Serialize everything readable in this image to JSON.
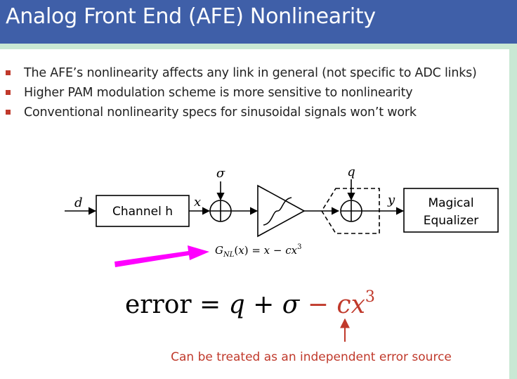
{
  "slide": {
    "title": "Analog Front End (AFE) Nonlinearity",
    "bullets": [
      "The AFE’s nonlinearity affects any link in general (not specific to ADC links)",
      "Higher PAM modulation scheme is more sensitive to nonlinearity",
      "Conventional nonlinearity specs for sinusoidal signals won’t work"
    ]
  },
  "diagram": {
    "input_label": "d",
    "channel_label": "Channel h",
    "x_label": "x",
    "sigma_label": "σ",
    "q_label": "q",
    "y_label": "y",
    "equalizer_line1": "Magical",
    "equalizer_line2": "Equalizer",
    "gnl_formula": "G_NL(x) = x − cx³",
    "error_black": "error = q + σ",
    "error_red": "− cx³",
    "annotation": "Can be treated as an independent error source"
  },
  "colors": {
    "title_bar": "#3f5fa8",
    "background": "#c9e8d4",
    "bullet": "#c0392b",
    "red_text": "#c0392b",
    "magenta_arrow": "#ff00ff"
  }
}
